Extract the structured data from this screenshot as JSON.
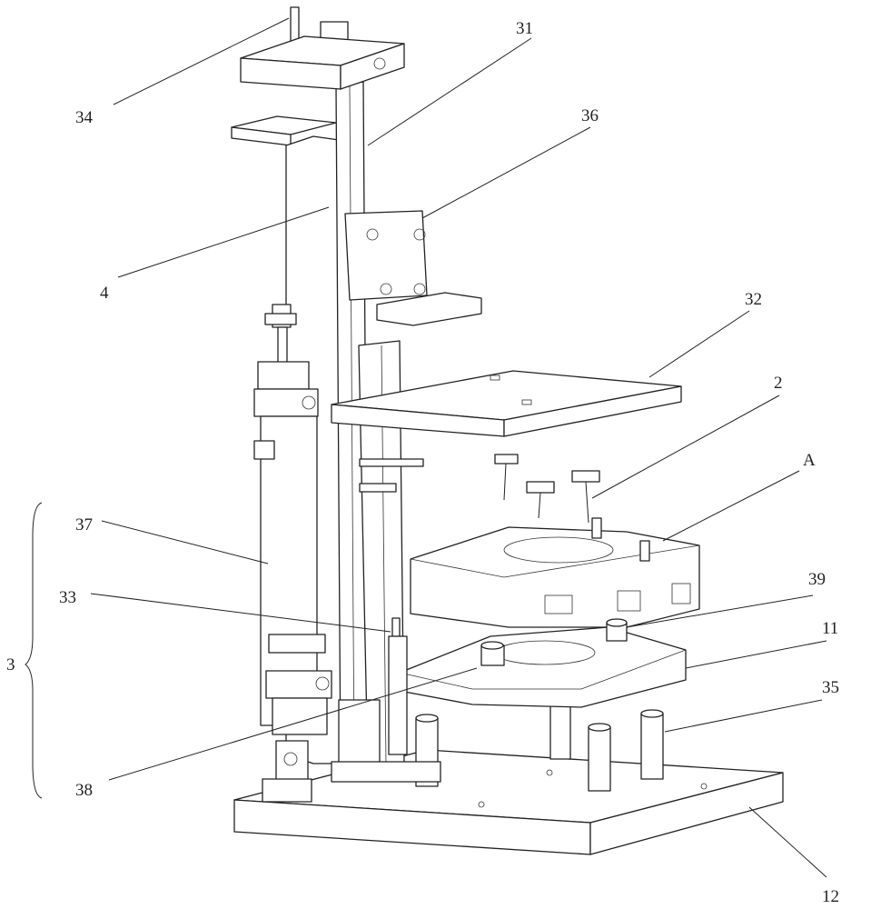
{
  "labels": {
    "l34": "34",
    "l31": "31",
    "l36": "36",
    "l4": "4",
    "l32": "32",
    "l2": "2",
    "lA": "A",
    "l37": "37",
    "l33": "33",
    "l39": "39",
    "l11": "11",
    "l3": "3",
    "l35": "35",
    "l38": "38",
    "l12": "12"
  }
}
